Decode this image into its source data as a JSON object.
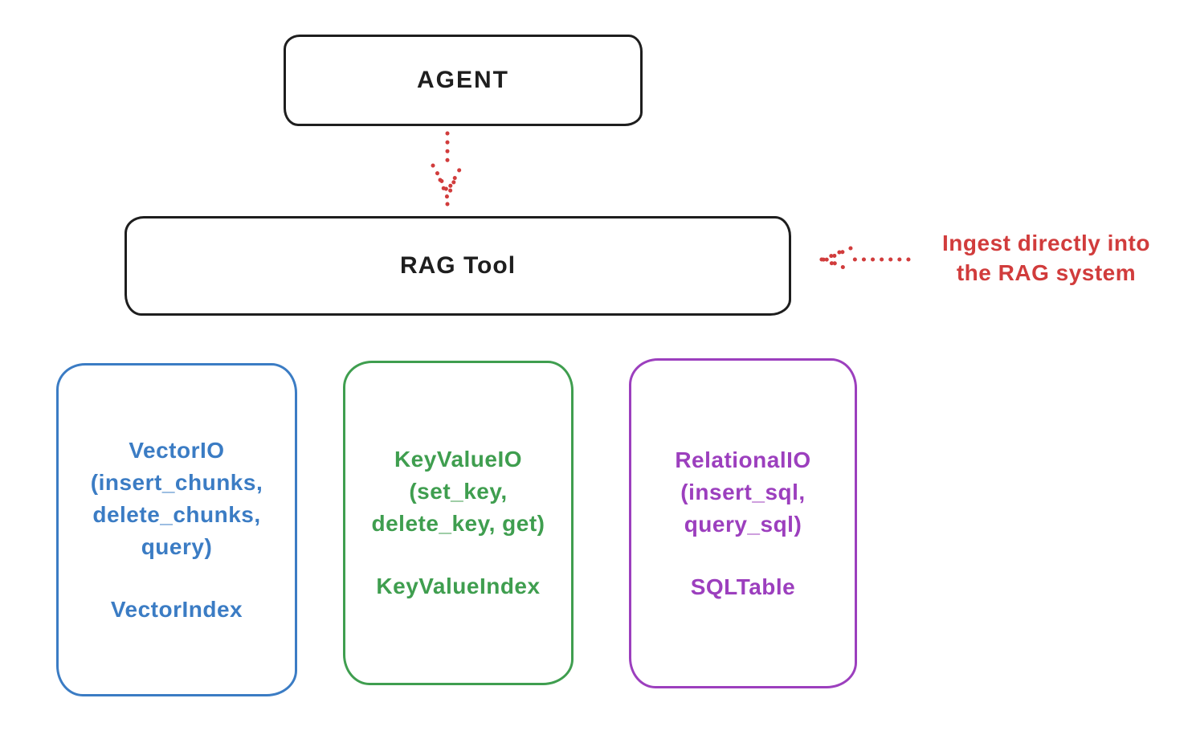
{
  "agent": {
    "label": "AGENT"
  },
  "rag_tool": {
    "label": "RAG Tool"
  },
  "annotation": {
    "line1": "Ingest directly into",
    "line2": "the RAG system"
  },
  "boxes": {
    "vector": {
      "title": "VectorIO",
      "method_line1": "(insert_chunks,",
      "method_line2": "delete_chunks,",
      "method_line3": "query)",
      "index_label": "VectorIndex",
      "color": "#3b7cc4"
    },
    "keyvalue": {
      "title": "KeyValueIO",
      "method_line1": "(set_key,",
      "method_line2": "delete_key, get)",
      "index_label": "KeyValueIndex",
      "color": "#3f9e4f"
    },
    "relational": {
      "title": "RelationalIO",
      "method_line1": "(insert_sql,",
      "method_line2": "query_sql)",
      "index_label": "SQLTable",
      "color": "#9c3fbe"
    }
  },
  "colors": {
    "black": "#1e1e1e",
    "red": "#d13c3c",
    "blue": "#3b7cc4",
    "green": "#3f9e4f",
    "purple": "#9c3fbe"
  }
}
